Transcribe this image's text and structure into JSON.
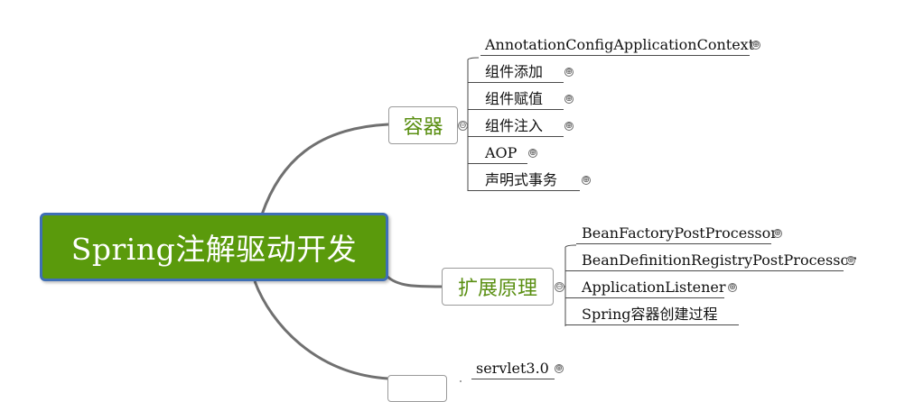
{
  "root": {
    "label": "Spring注解驱动开发"
  },
  "branches": [
    {
      "label": "容器",
      "collapse_icon": "⊖",
      "children": [
        {
          "label": "AnnotationConfigApplicationContext",
          "icon": "⊕"
        },
        {
          "label": "组件添加",
          "icon": "⊕"
        },
        {
          "label": "组件赋值",
          "icon": "⊕"
        },
        {
          "label": "组件注入",
          "icon": "⊕"
        },
        {
          "label": "AOP",
          "icon": "⊕"
        },
        {
          "label": "声明式事务",
          "icon": "⊕"
        }
      ]
    },
    {
      "label": "扩展原理",
      "collapse_icon": "⊖",
      "children": [
        {
          "label": "BeanFactoryPostProcessor",
          "icon": "⊕"
        },
        {
          "label": "BeanDefinitionRegistryPostProcessor",
          "icon": "⊕"
        },
        {
          "label": "ApplicationListener",
          "icon": "⊕"
        },
        {
          "label": "Spring容器创建过程",
          "icon": ""
        }
      ]
    },
    {
      "label": "",
      "collapse_icon": "",
      "children": [
        {
          "label": "servlet3.0",
          "icon": "⊕"
        }
      ]
    }
  ],
  "colors": {
    "root_fill": "#5a9a0c",
    "root_border": "#3f6fb5",
    "branch_text": "#5a8f12",
    "connector": "#707070"
  }
}
